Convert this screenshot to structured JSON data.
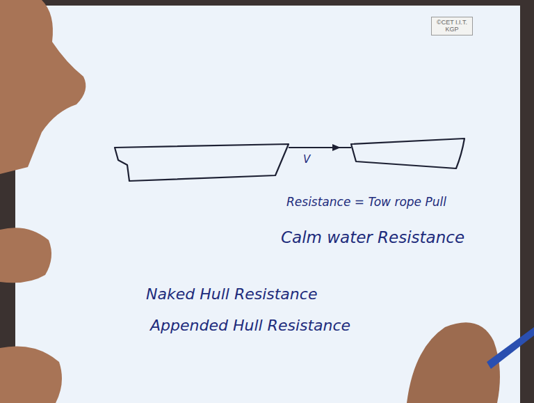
{
  "diagram": {
    "nodes": [
      {
        "text": [
          "©CET I.I.T. KGP"
        ]
      }
    ],
    "labels": [
      "V",
      "Resistance = Tow rope Pull",
      "Calm water Resistance",
      "Naked Hull Resistance",
      "Appended Hull Resistance"
    ]
  }
}
